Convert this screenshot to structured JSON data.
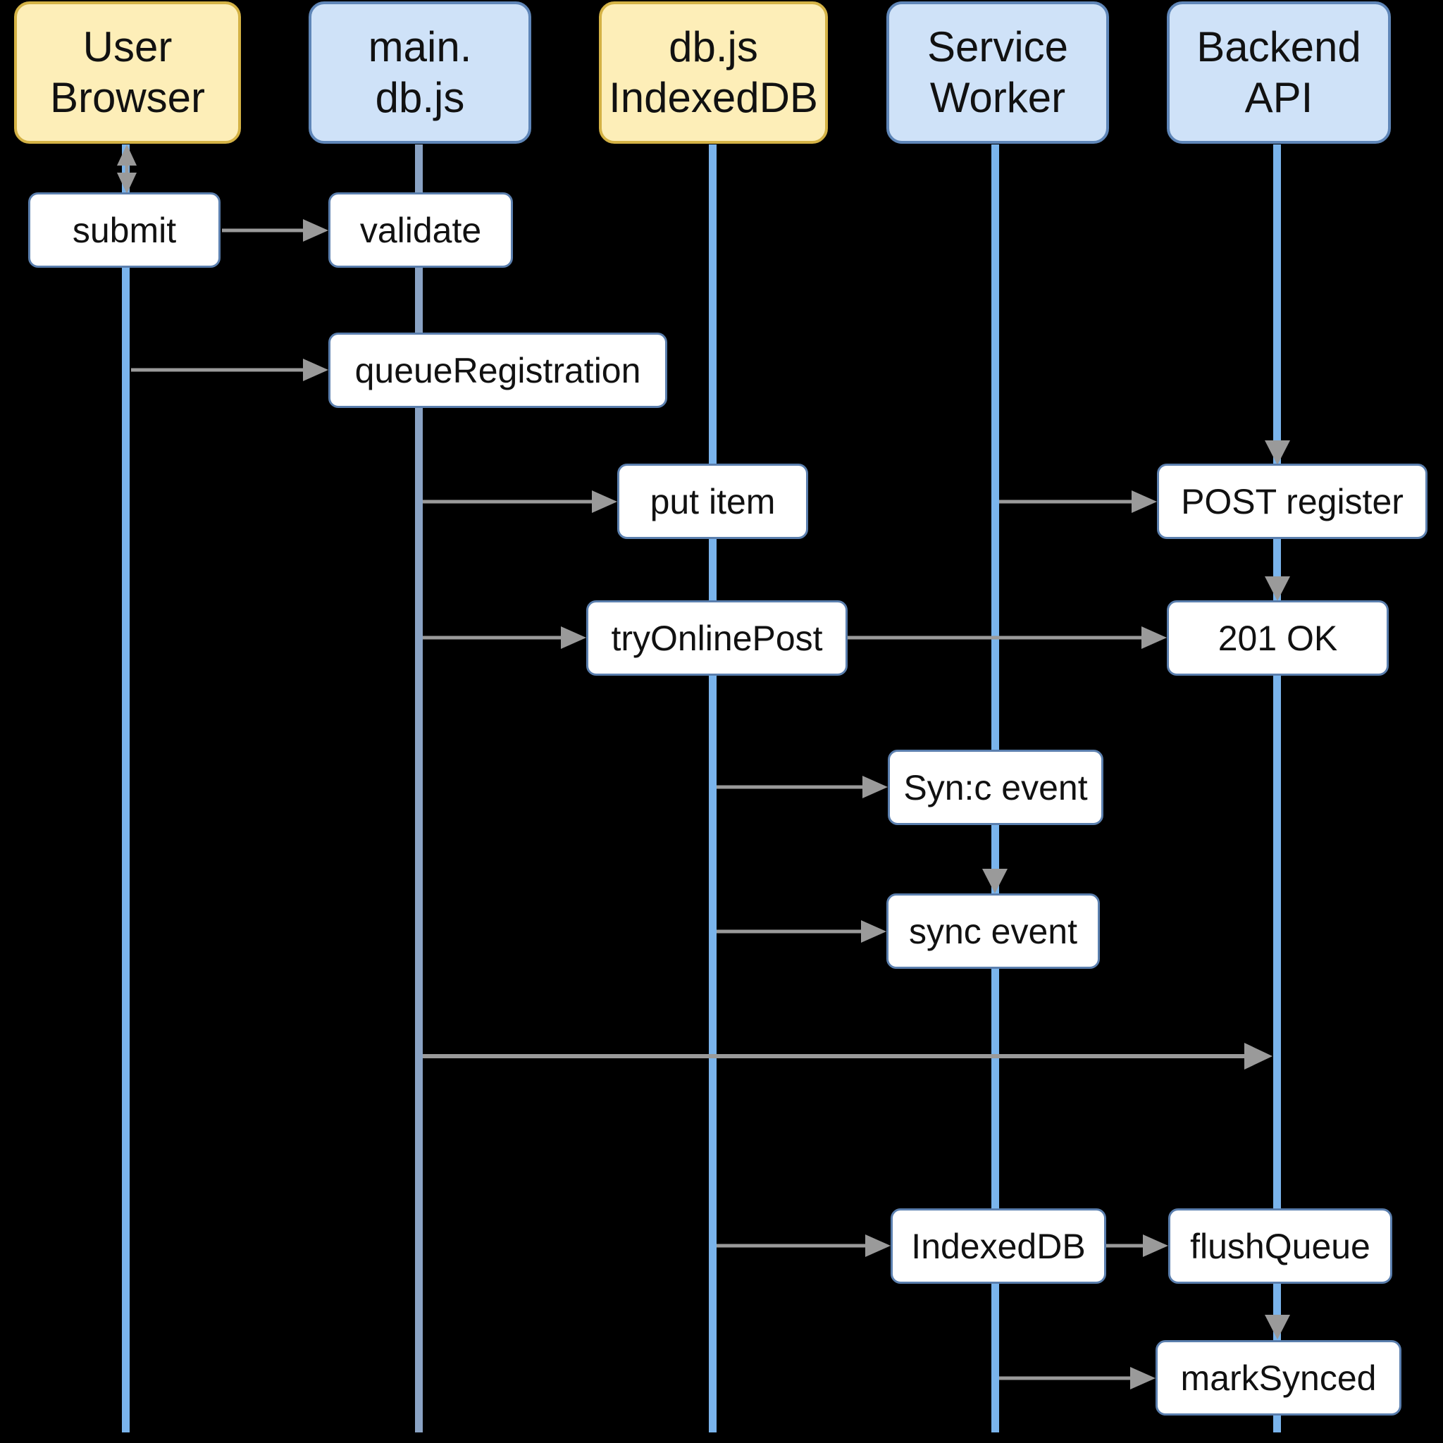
{
  "participants": [
    {
      "id": "user",
      "label": "User\nBrowser",
      "color": "#fdeeb8"
    },
    {
      "id": "main",
      "label": "main.\ndb.js",
      "color": "#cfe2f8"
    },
    {
      "id": "db",
      "label": "db.js\nIndexedDB",
      "color": "#fdeeb8"
    },
    {
      "id": "sw",
      "label": "Service\nWorker",
      "color": "#cfe2f8"
    },
    {
      "id": "api",
      "label": "Backend\nAPI",
      "color": "#cfe2f8"
    }
  ],
  "steps": [
    {
      "id": "submit",
      "label": "submit"
    },
    {
      "id": "validate",
      "label": "validate"
    },
    {
      "id": "queue",
      "label": "queueRegistration"
    },
    {
      "id": "put",
      "label": "put item"
    },
    {
      "id": "post",
      "label": "POST register"
    },
    {
      "id": "try",
      "label": "tryOnlinePost"
    },
    {
      "id": "ok",
      "label": "201 OK"
    },
    {
      "id": "sync1",
      "label": "Syn:c event"
    },
    {
      "id": "sync2",
      "label": "sync event"
    },
    {
      "id": "idb",
      "label": "IndexedDB"
    },
    {
      "id": "flush",
      "label": "flushQueue"
    },
    {
      "id": "mark",
      "label": "markSynced"
    }
  ],
  "colors": {
    "lifeline": "#7ab4ec",
    "arrow": "#9a9a9a",
    "background": "#000000"
  }
}
